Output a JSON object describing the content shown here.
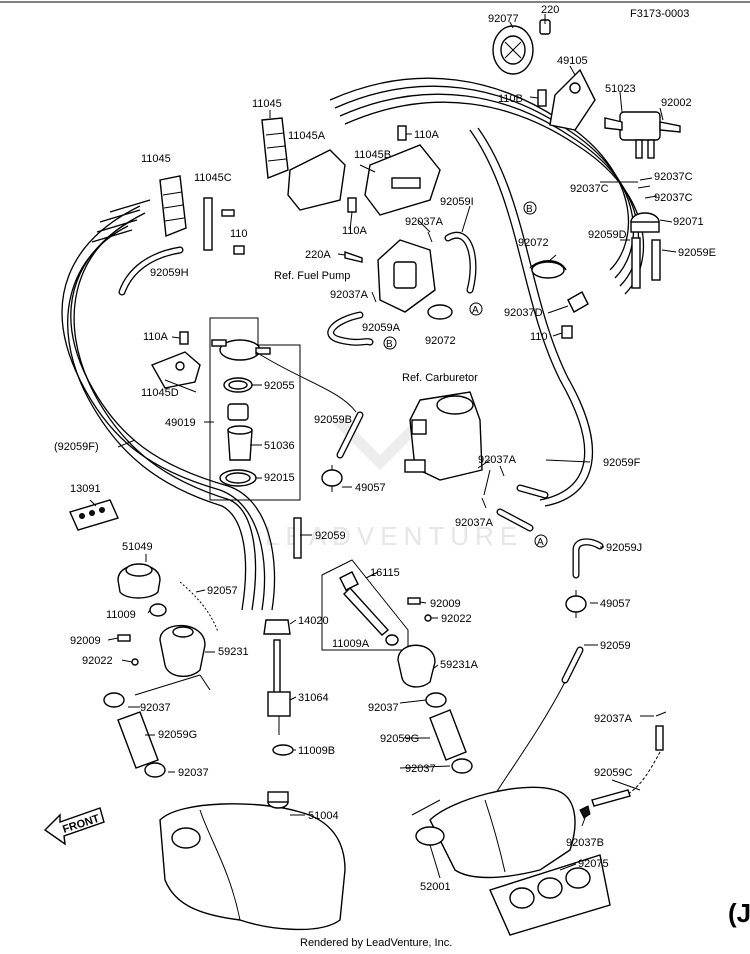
{
  "diagram": {
    "code": "F3173-0003",
    "footer": "Rendered by LeadVenture, Inc.",
    "front_label": "FRONT",
    "watermark": "LEADVENTURE",
    "edge_glyph": "(J",
    "callouts": {
      "A": "A",
      "B": "B"
    },
    "labels": [
      "92077",
      "220",
      "49105",
      "51023",
      "110B",
      "92002",
      "11045",
      "11045A",
      "110A",
      "11045B",
      "92037C",
      "92037C",
      "92037C",
      "11045",
      "11045C",
      "92059I",
      "92071",
      "92037A",
      "110A",
      "110",
      "92072",
      "92059D",
      "92059E",
      "220A",
      "92059H",
      "Ref. Fuel Pump",
      "92037A",
      "92037D",
      "92059A",
      "110",
      "110A",
      "92072",
      "11045D",
      "Ref. Carburetor",
      "92055",
      "49019",
      "92059B",
      "51036",
      "(92059F)",
      "92015",
      "92037A",
      "92059F",
      "49057",
      "13091",
      "92037A",
      "92059",
      "51049",
      "92059J",
      "16115",
      "92057",
      "49057",
      "11009",
      "14020",
      "92009",
      "92022",
      "92009",
      "11009A",
      "92059",
      "92022",
      "59231",
      "59231A",
      "31064",
      "92037",
      "92037",
      "92037A",
      "92059G",
      "92059G",
      "11009B",
      "92037",
      "92037",
      "92059C",
      "51004",
      "92037B",
      "52001",
      "92075"
    ]
  }
}
